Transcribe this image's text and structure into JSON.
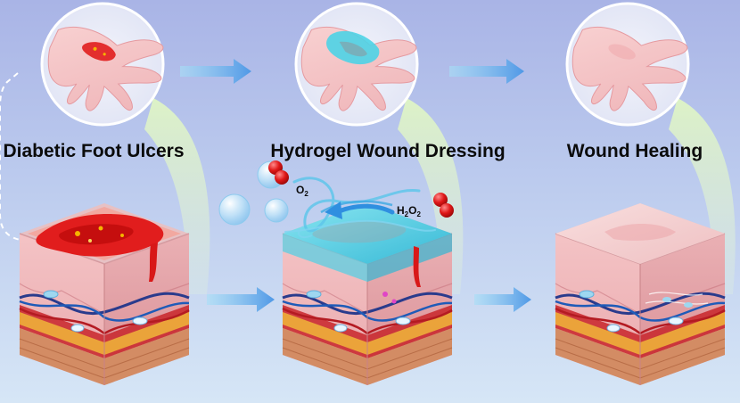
{
  "labels": {
    "stage1": "Diabetic Foot Ulcers",
    "stage2": "Hydrogel Wound Dressing",
    "stage3": "Wound Healing"
  },
  "chemicals": {
    "o2_main": "O",
    "o2_sub": "2",
    "h2o2_h": "H",
    "h2o2_h_sub": "2",
    "h2o2_o": "O",
    "h2o2_o_sub": "2"
  },
  "colors": {
    "background_top": "#aab5e6",
    "background_bottom": "#d5e4f5",
    "arrow_blue": "#4f9be8",
    "arrow_light": "#9fd6f5",
    "wound_red": "#e11d1d",
    "hydrogel_cyan": "#4ed3e6",
    "skin_pink": "#f1b8b8",
    "beam_green": "#dff3c2"
  }
}
